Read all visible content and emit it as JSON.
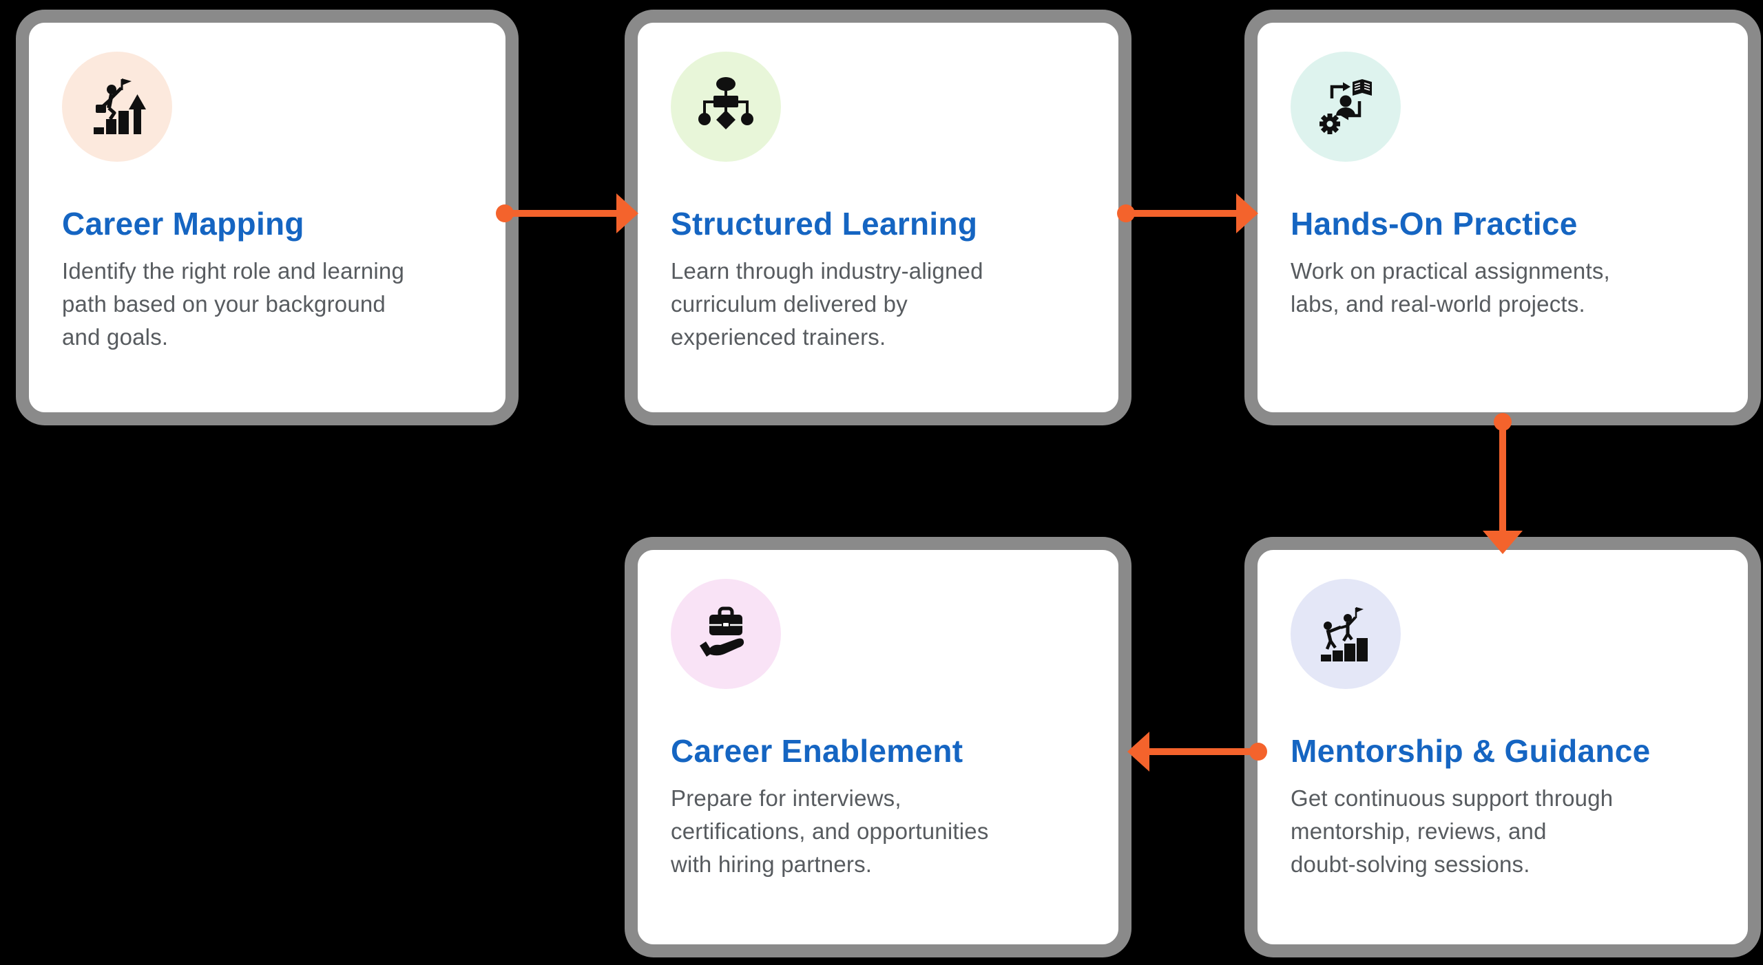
{
  "colors": {
    "background": "#000000",
    "card_bg": "#ffffff",
    "card_border": "#8a8a8a",
    "title": "#1565c2",
    "body": "#575b5f",
    "arrow": "#f4632c",
    "icon": "#101010"
  },
  "cards": [
    {
      "id": "career-mapping",
      "title": "Career Mapping",
      "description": "Identify the right role and learning\npath based on your background\nand goals.",
      "icon": "career-growth-icon",
      "icon_bg": "#fce9dd"
    },
    {
      "id": "structured-learning",
      "title": "Structured Learning",
      "description": "Learn through industry-aligned\ncurriculum delivered by\nexperienced trainers.",
      "icon": "flowchart-icon",
      "icon_bg": "#e8f6d9"
    },
    {
      "id": "hands-on-practice",
      "title": "Hands-On Practice",
      "description": "Work on practical assignments,\nlabs, and real-world projects.",
      "icon": "practice-process-icon",
      "icon_bg": "#def3ee"
    },
    {
      "id": "career-enablement",
      "title": "Career Enablement",
      "description": "Prepare for interviews,\ncertifications, and opportunities\nwith hiring partners.",
      "icon": "hand-briefcase-icon",
      "icon_bg": "#f9e3f6"
    },
    {
      "id": "mentorship-guidance",
      "title": "Mentorship & Guidance",
      "description": "Get continuous support through\nmentorship, reviews, and\ndoubt-solving sessions.",
      "icon": "mentor-climb-icon",
      "icon_bg": "#e4e7f7"
    }
  ],
  "arrows": [
    {
      "from": "Career Mapping",
      "to": "Structured Learning",
      "direction": "right"
    },
    {
      "from": "Structured Learning",
      "to": "Hands-On Practice",
      "direction": "right"
    },
    {
      "from": "Hands-On Practice",
      "to": "Mentorship & Guidance",
      "direction": "down"
    },
    {
      "from": "Mentorship & Guidance",
      "to": "Career Enablement",
      "direction": "left"
    }
  ]
}
